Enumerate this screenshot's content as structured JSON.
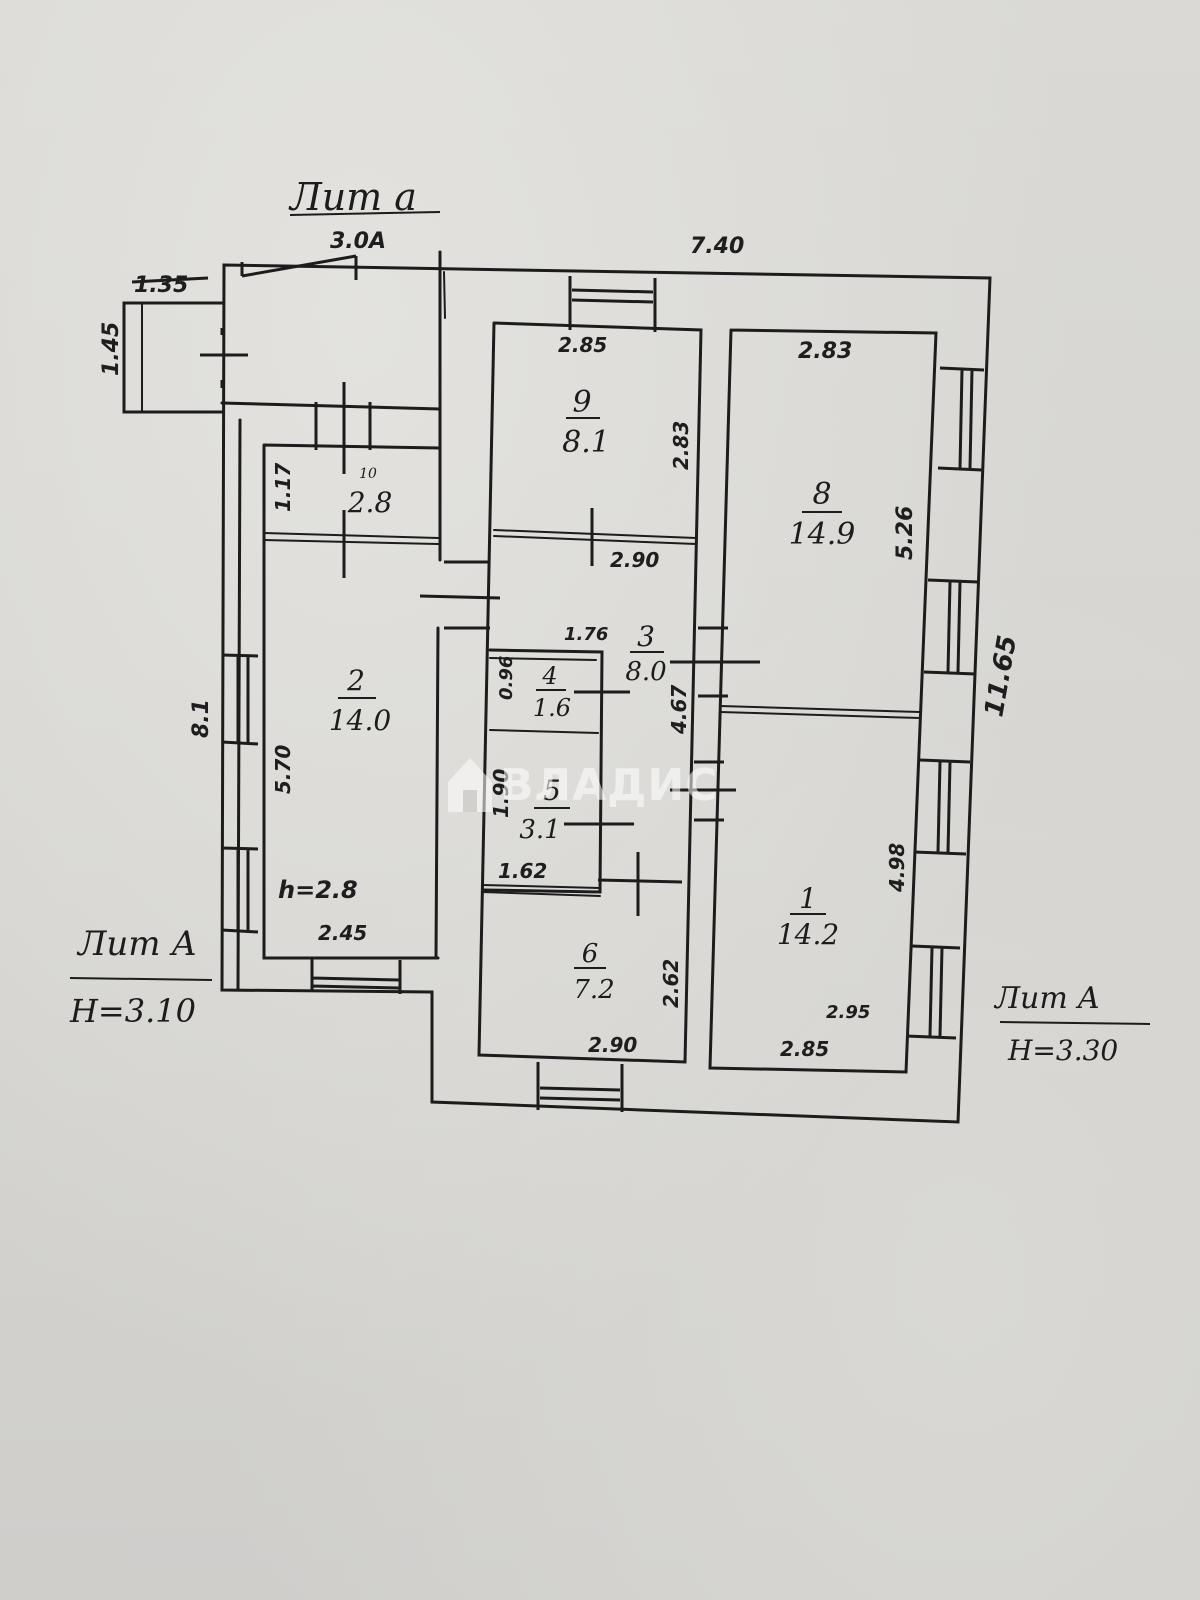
{
  "labels": {
    "lit_a_top": "Лит а",
    "lit_a_left": "Лит А",
    "lit_a_left_h": "Н=3.10",
    "lit_a_right": "Лит А",
    "lit_a_right_h": "Н=3.30",
    "height_left": "h=2.8"
  },
  "dimensions": {
    "top_a": "3.0А",
    "top_total": "7.40",
    "porch_w": "1.35",
    "porch_h": "1.45",
    "room9_w": "2.85",
    "room9_h": "2.83",
    "room8_w": "2.83",
    "room8_h": "5.26",
    "total_h": "11.65",
    "room10_h": "1.17",
    "corr_w": "2.90",
    "room4_w": "1.76",
    "room4_h": "0.96",
    "room3_h": "4.67",
    "room5_h": "1.90",
    "room5_w": "1.62",
    "left_h": "8.1",
    "room2_h": "5.70",
    "room2_w": "2.45",
    "room6_h": "2.62",
    "room6_w": "2.90",
    "room1_h": "4.98",
    "room1_w_a": "2.95",
    "room1_w": "2.85"
  },
  "rooms": [
    {
      "num": "9",
      "area": "8.1"
    },
    {
      "num": "8",
      "area": "14.9"
    },
    {
      "num": "10",
      "area": "2.8"
    },
    {
      "num": "3",
      "area": "8.0"
    },
    {
      "num": "4",
      "area": "1.6"
    },
    {
      "num": "2",
      "area": "14.0"
    },
    {
      "num": "5",
      "area": "3.1"
    },
    {
      "num": "6",
      "area": "7.2"
    },
    {
      "num": "1",
      "area": "14.2"
    }
  ],
  "watermark": {
    "text": "ВЛАДИС"
  },
  "colors": {
    "ink": "#1c1c1c",
    "paper": "#d8d7d3"
  }
}
